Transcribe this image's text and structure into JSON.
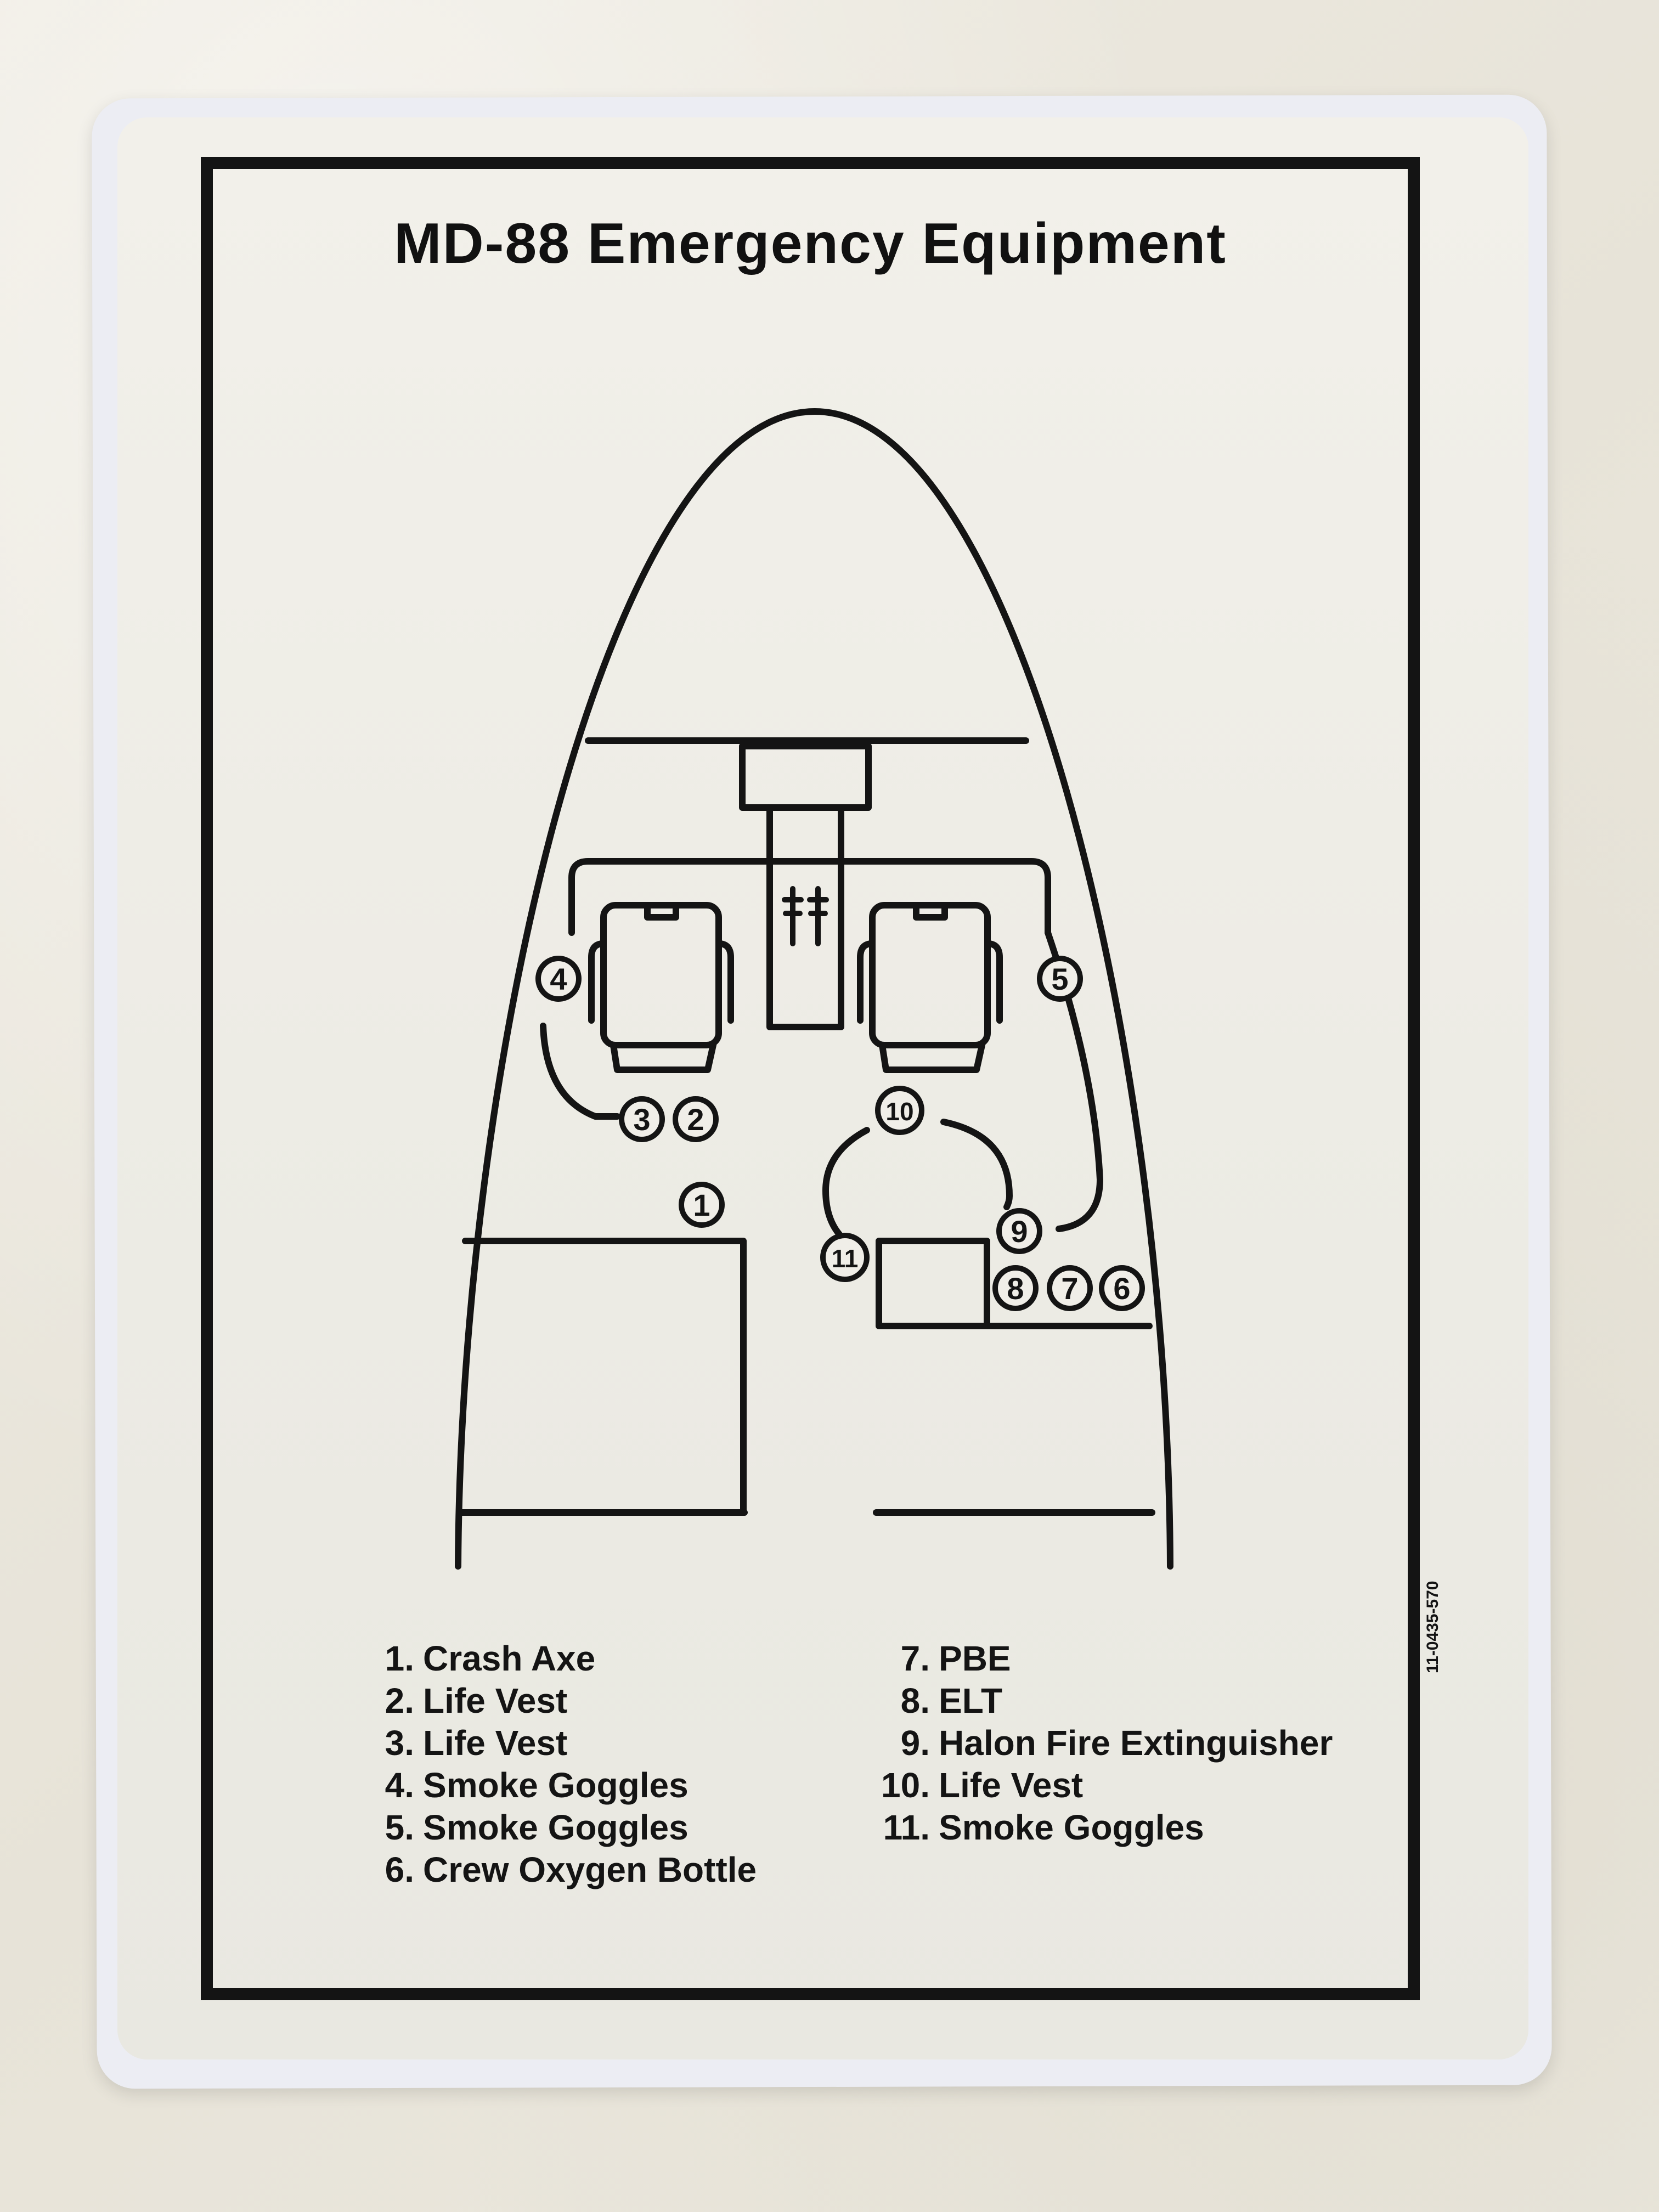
{
  "placard": {
    "title": "MD-88 Emergency Equipment",
    "part_number": "11-0435-570"
  },
  "callouts": [
    {
      "label": "1"
    },
    {
      "label": "2"
    },
    {
      "label": "3"
    },
    {
      "label": "4"
    },
    {
      "label": "5"
    },
    {
      "label": "6"
    },
    {
      "label": "7"
    },
    {
      "label": "8"
    },
    {
      "label": "9"
    },
    {
      "label": "10"
    },
    {
      "label": "11"
    }
  ],
  "legend_left": [
    {
      "num": "1.",
      "text": "Crash Axe"
    },
    {
      "num": "2.",
      "text": "Life Vest"
    },
    {
      "num": "3.",
      "text": "Life Vest"
    },
    {
      "num": "4.",
      "text": "Smoke Goggles"
    },
    {
      "num": "5.",
      "text": "Smoke Goggles"
    },
    {
      "num": "6.",
      "text": "Crew Oxygen Bottle"
    }
  ],
  "legend_right": [
    {
      "num": "7.",
      "text": "PBE"
    },
    {
      "num": "8.",
      "text": "ELT"
    },
    {
      "num": "9.",
      "text": "Halon Fire Extinguisher"
    },
    {
      "num": "10.",
      "text": "Life Vest"
    },
    {
      "num": "11.",
      "text": "Smoke Goggles"
    }
  ]
}
